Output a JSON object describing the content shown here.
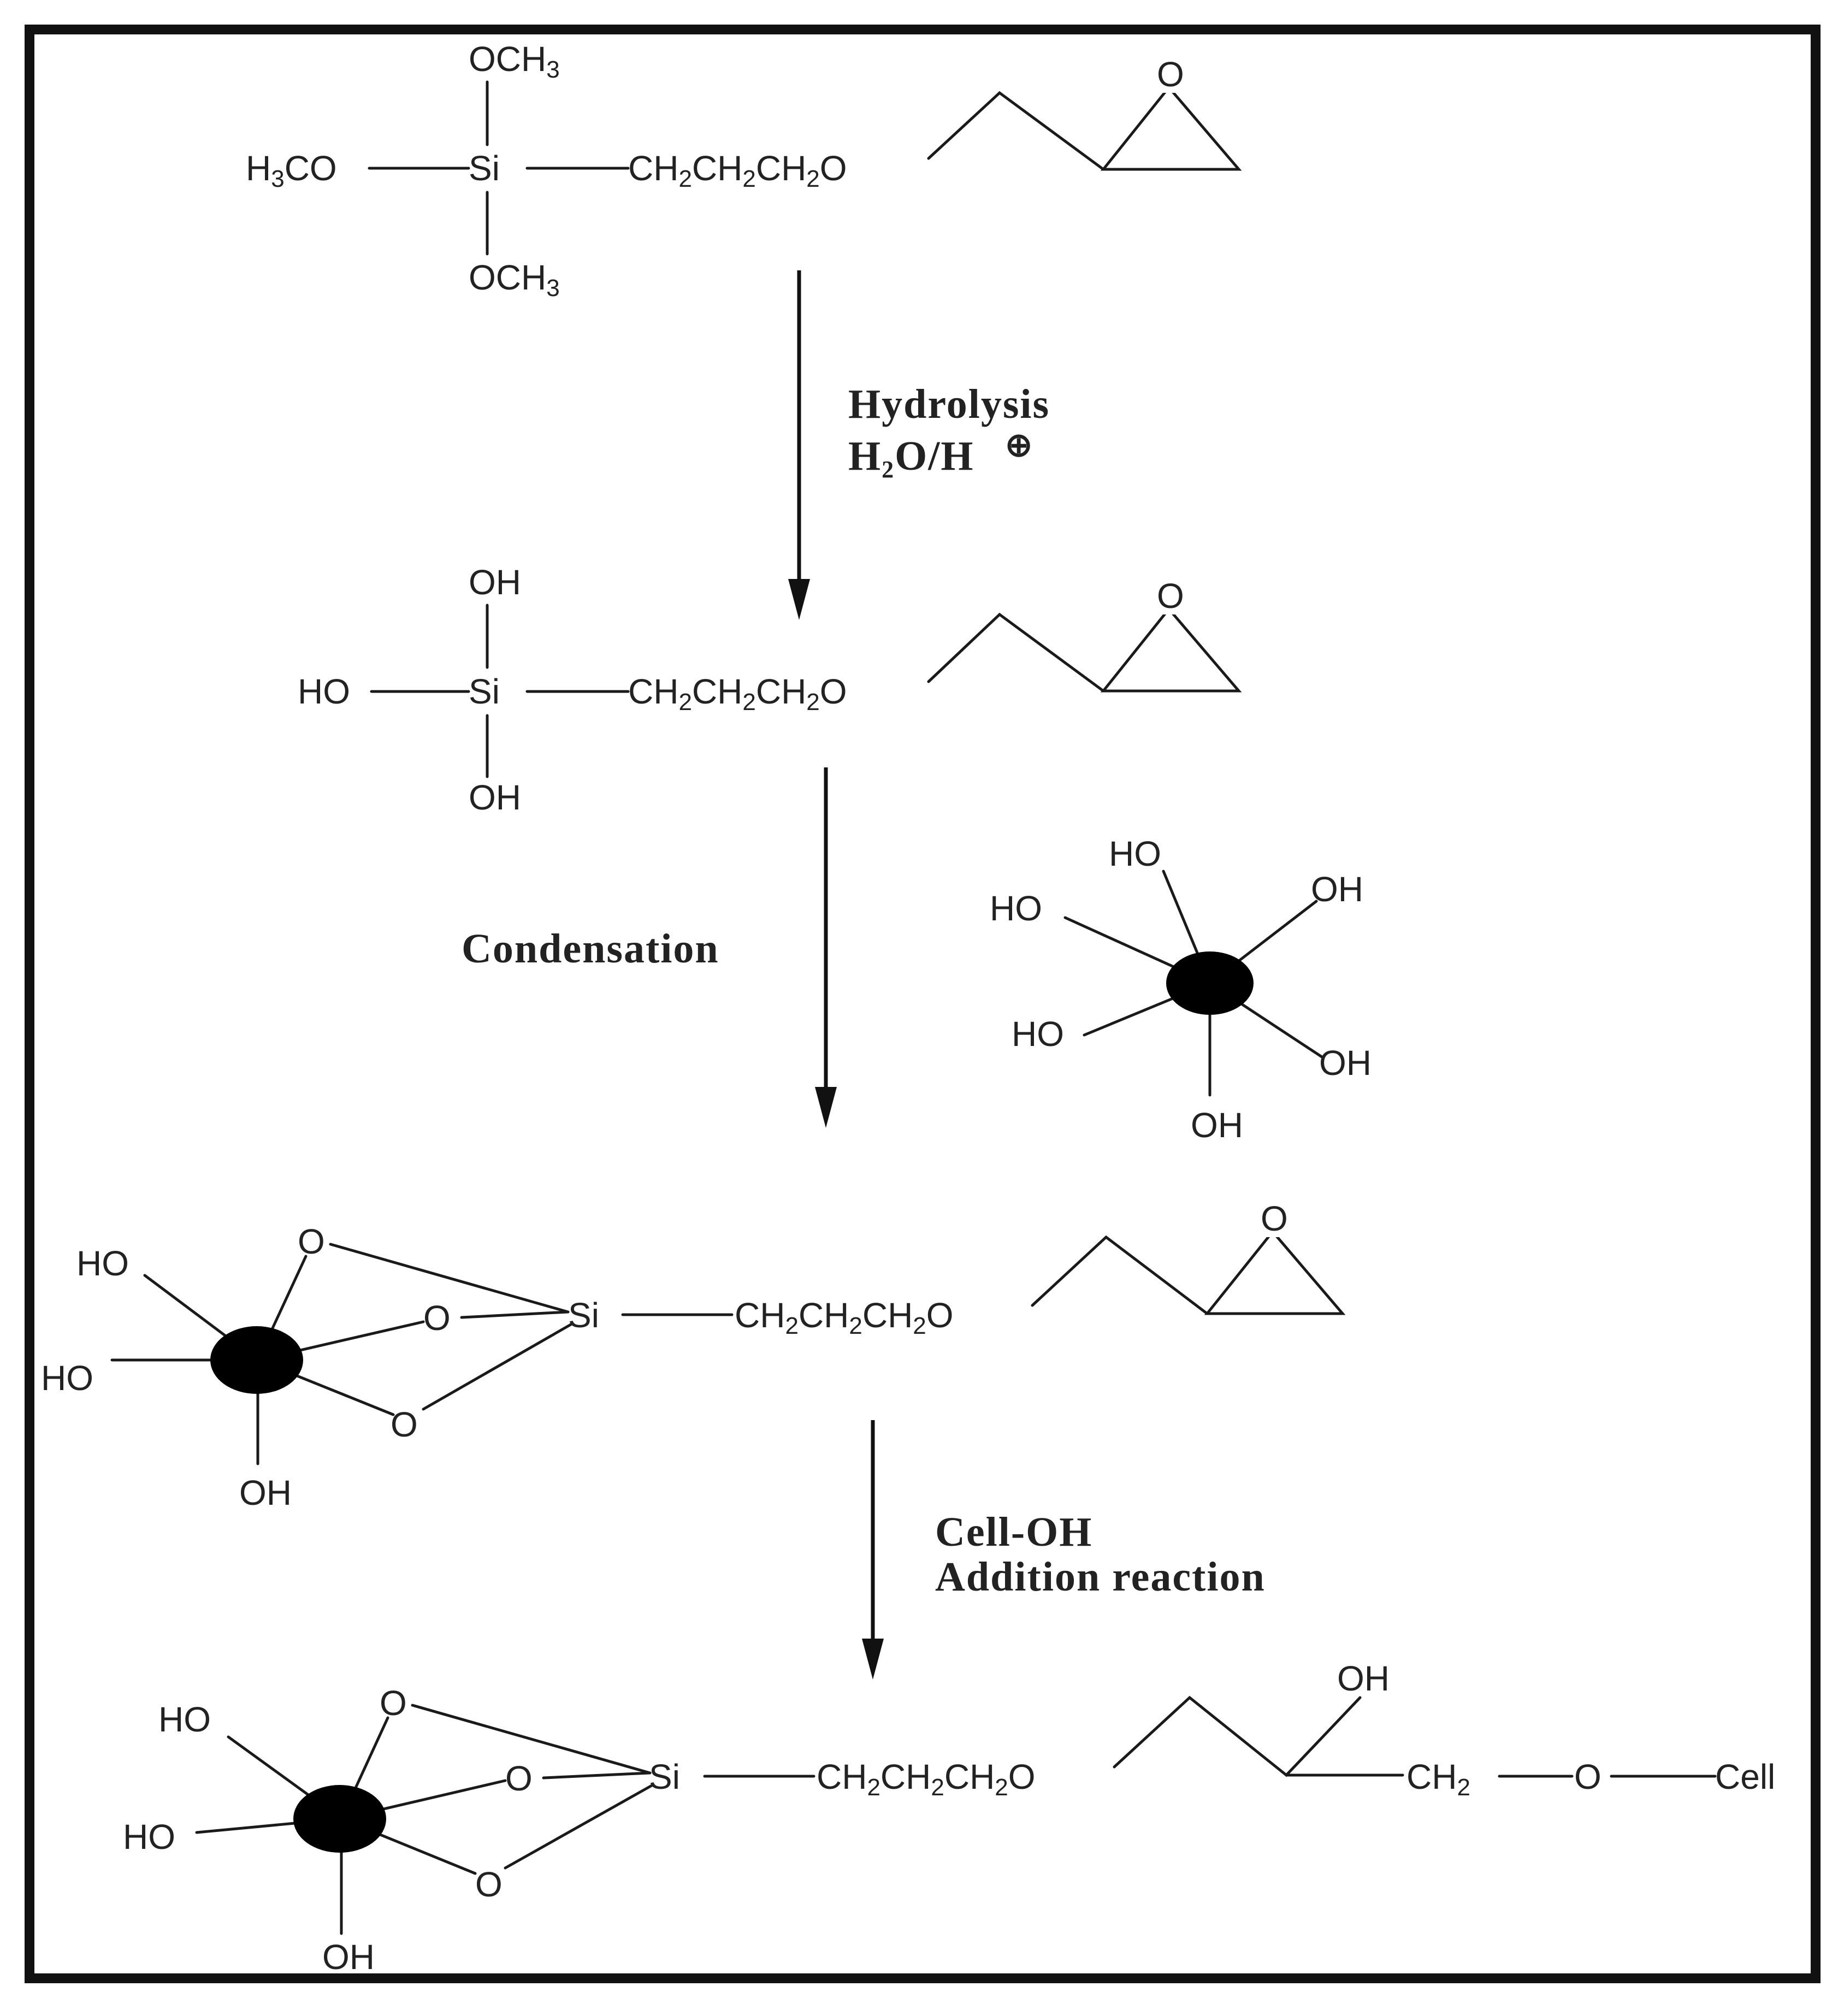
{
  "molecule_1": {
    "top_group": "OCH3",
    "left_group": "H3CO",
    "center": "Si",
    "bottom_group": "OCH3",
    "chain": "CH2CH2CH2O",
    "epoxide_o": "O"
  },
  "step_1": {
    "line1": "Hydrolysis",
    "line2": "H2O/H",
    "charge_symbol": "⊕"
  },
  "molecule_2": {
    "top_group": "OH",
    "left_group": "HO",
    "center": "Si",
    "bottom_group": "OH",
    "chain": "CH2CH2CH2O",
    "epoxide_o": "O"
  },
  "step_2": {
    "label": "Condensation"
  },
  "nanoparticle": {
    "groups": [
      "HO",
      "OH",
      "HO",
      "HO",
      "OH",
      "OH"
    ]
  },
  "molecule_3": {
    "free_groups": [
      "HO",
      "HO",
      "OH"
    ],
    "bridge_o": [
      "O",
      "O",
      "O"
    ],
    "center": "Si",
    "chain": "CH2CH2CH2O",
    "epoxide_o": "O"
  },
  "step_3": {
    "line1": "Cell-OH",
    "line2": "Addition reaction"
  },
  "molecule_4": {
    "free_groups": [
      "HO",
      "HO",
      "OH"
    ],
    "bridge_o": [
      "O",
      "O",
      "O"
    ],
    "center": "Si",
    "chain": "CH2CH2CH2O",
    "hydroxyl": "OH",
    "ch2": "CH2",
    "ether_o": "O",
    "cell": "Cell"
  }
}
